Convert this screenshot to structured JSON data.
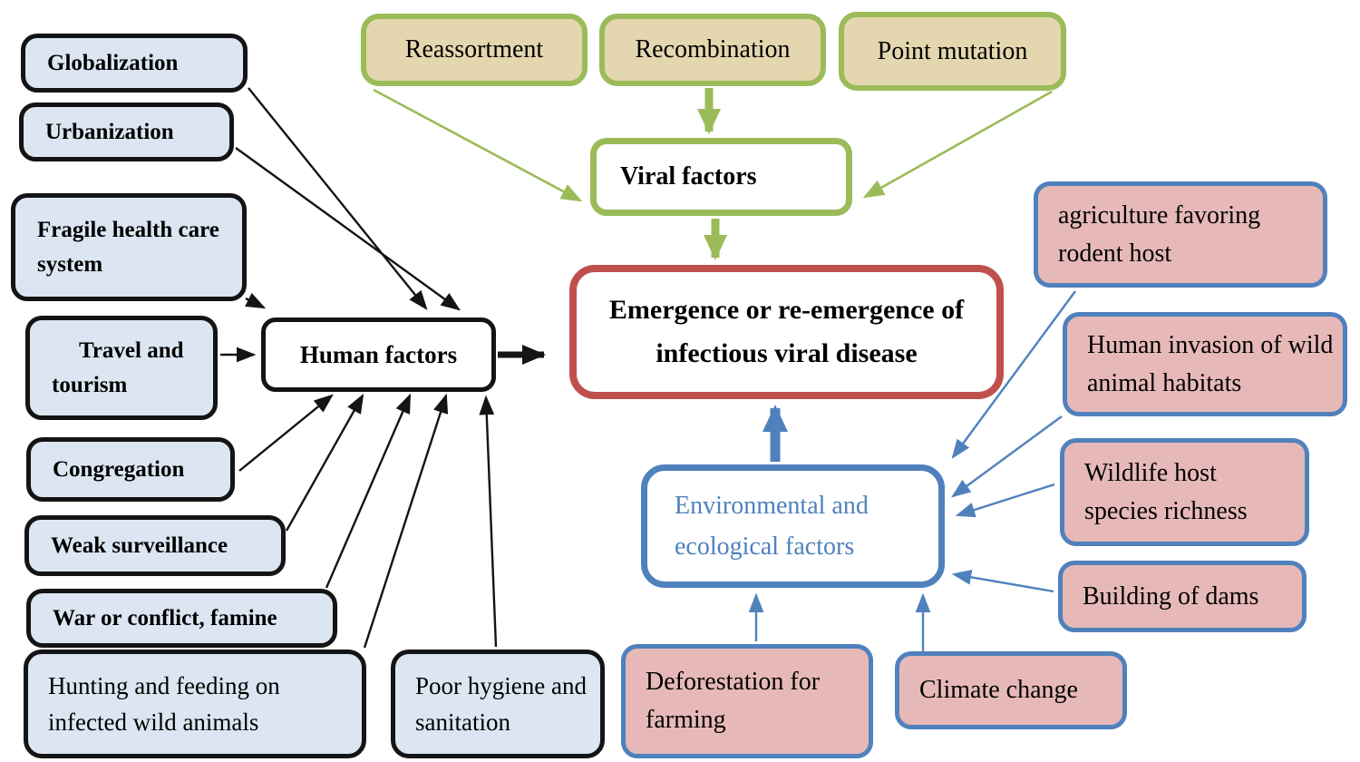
{
  "nodes": {
    "globalization": {
      "label": "Globalization"
    },
    "urbanization": {
      "label": "Urbanization"
    },
    "fragile_health": {
      "label": "Fragile health care system"
    },
    "travel_tourism": {
      "label": "Travel and tourism"
    },
    "congregation": {
      "label": "Congregation"
    },
    "weak_surveillance": {
      "label": "Weak surveillance"
    },
    "war_conflict": {
      "label": "War or conflict, famine"
    },
    "hunting": {
      "label": "Hunting and feeding on infected wild animals"
    },
    "poor_hygiene": {
      "label": "Poor hygiene and sanitation"
    },
    "human_factors": {
      "label": "Human factors"
    },
    "reassortment": {
      "label": "Reassortment"
    },
    "recombination": {
      "label": "Recombination"
    },
    "point_mutation": {
      "label": "Point mutation"
    },
    "viral_factors": {
      "label": "Viral factors"
    },
    "emergence": {
      "label": "Emergence or re-emergence of infectious viral disease"
    },
    "environmental": {
      "label": "Environmental and ecological factors"
    },
    "agriculture": {
      "label": "agriculture favoring rodent host"
    },
    "human_invasion": {
      "label": "Human invasion of wild animal habitats"
    },
    "wildlife_host": {
      "label": "Wildlife host species richness"
    },
    "building_dams": {
      "label": "Building of dams"
    },
    "climate_change": {
      "label": "Climate change"
    },
    "deforestation": {
      "label": "Deforestation for farming"
    }
  },
  "edges": [
    {
      "from": "Globalization",
      "to": "Human factors",
      "color": "black"
    },
    {
      "from": "Urbanization",
      "to": "Human factors",
      "color": "black"
    },
    {
      "from": "Fragile health care system",
      "to": "Human factors",
      "color": "black"
    },
    {
      "from": "Travel and tourism",
      "to": "Human factors",
      "color": "black"
    },
    {
      "from": "Congregation",
      "to": "Human factors",
      "color": "black"
    },
    {
      "from": "Weak surveillance",
      "to": "Human factors",
      "color": "black"
    },
    {
      "from": "War or conflict, famine",
      "to": "Human factors",
      "color": "black"
    },
    {
      "from": "Hunting and feeding on infected wild animals",
      "to": "Human factors",
      "color": "black"
    },
    {
      "from": "Poor hygiene and sanitation",
      "to": "Human factors",
      "color": "black"
    },
    {
      "from": "Human factors",
      "to": "Emergence or re-emergence of infectious viral disease",
      "color": "black"
    },
    {
      "from": "Reassortment",
      "to": "Viral factors",
      "color": "green"
    },
    {
      "from": "Recombination",
      "to": "Viral factors",
      "color": "green"
    },
    {
      "from": "Point mutation",
      "to": "Viral factors",
      "color": "green"
    },
    {
      "from": "Viral factors",
      "to": "Emergence or re-emergence of infectious viral disease",
      "color": "green"
    },
    {
      "from": "Environmental and ecological factors",
      "to": "Emergence or re-emergence of infectious viral disease",
      "color": "blue"
    },
    {
      "from": "agriculture favoring rodent host",
      "to": "Environmental and ecological factors",
      "color": "blue"
    },
    {
      "from": "Human invasion of wild animal habitats",
      "to": "Environmental and ecological factors",
      "color": "blue"
    },
    {
      "from": "Wildlife host species richness",
      "to": "Environmental and ecological factors",
      "color": "blue"
    },
    {
      "from": "Building of dams",
      "to": "Environmental and ecological factors",
      "color": "blue"
    },
    {
      "from": "Deforestation for farming",
      "to": "Environmental and ecological factors",
      "color": "blue"
    },
    {
      "from": "Climate change",
      "to": "Environmental and ecological factors",
      "color": "blue"
    }
  ],
  "colors": {
    "ink": "#141414",
    "light_blue_fill": "#dbe6f2",
    "tan_fill": "#e4d6ae",
    "pink_fill": "#e6b9b8",
    "green_border": "#9bbb59",
    "red_border": "#c0504d",
    "blue_border": "#4f81bd",
    "blue_text": "#4f81bd",
    "background": "#ffffff"
  }
}
